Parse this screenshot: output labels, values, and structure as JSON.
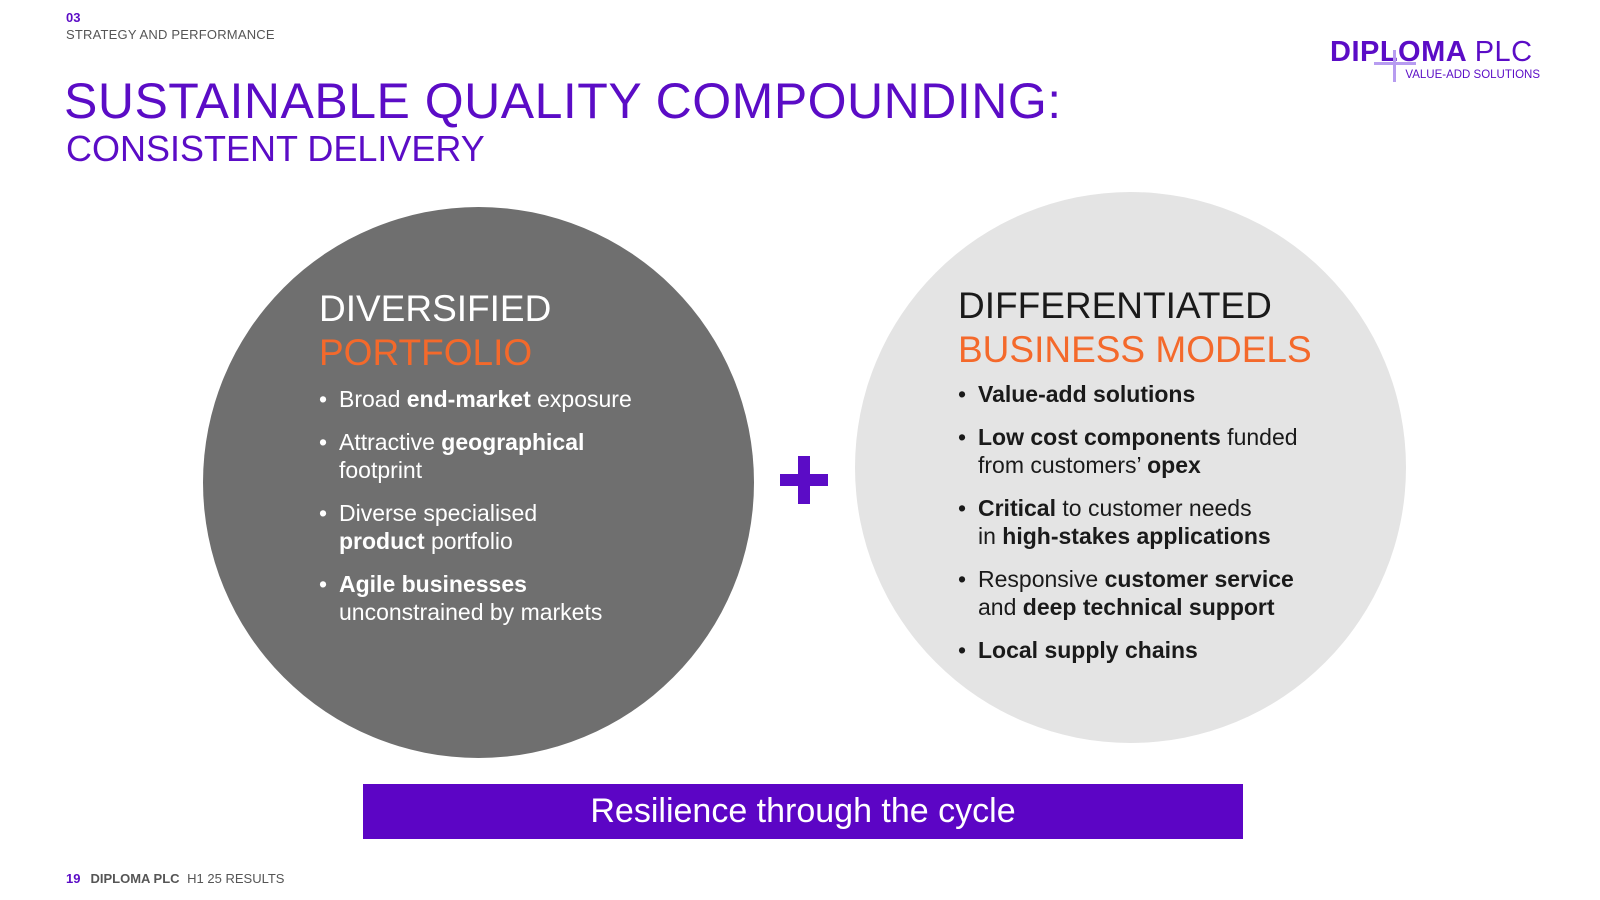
{
  "header": {
    "section_number": "03",
    "section_name": "STRATEGY AND PERFORMANCE",
    "title": "SUSTAINABLE QUALITY COMPOUNDING:",
    "subtitle": "CONSISTENT DELIVERY"
  },
  "logo": {
    "word_bold": "DIPLOMA",
    "word_light": "PLC",
    "tagline": "VALUE-ADD SOLUTIONS"
  },
  "left_circle": {
    "title_line1": "DIVERSIFIED",
    "title_line2": "PORTFOLIO",
    "bullets": [
      {
        "parts": [
          [
            "Broad ",
            false
          ],
          [
            "end-market",
            true
          ],
          [
            " exposure",
            false
          ]
        ]
      },
      {
        "parts": [
          [
            "Attractive ",
            false
          ],
          [
            "geographical",
            true
          ],
          [
            "\nfootprint",
            false
          ]
        ]
      },
      {
        "parts": [
          [
            "Diverse specialised\n",
            false
          ],
          [
            "product",
            true
          ],
          [
            " portfolio",
            false
          ]
        ]
      },
      {
        "parts": [
          [
            "Agile businesses",
            true
          ],
          [
            "\nunconstrained by markets",
            false
          ]
        ]
      }
    ]
  },
  "right_circle": {
    "title_line1": "DIFFERENTIATED",
    "title_line2": "BUSINESS MODELS",
    "bullets": [
      {
        "parts": [
          [
            "Value-add solutions",
            true
          ]
        ]
      },
      {
        "parts": [
          [
            "Low cost components",
            true
          ],
          [
            " funded\nfrom customers’ ",
            false
          ],
          [
            "opex",
            true
          ]
        ]
      },
      {
        "parts": [
          [
            "Critical",
            true
          ],
          [
            " to customer needs\nin ",
            false
          ],
          [
            "high-stakes applications",
            true
          ]
        ]
      },
      {
        "parts": [
          [
            "Responsive ",
            false
          ],
          [
            "customer service",
            true
          ],
          [
            "\nand ",
            false
          ],
          [
            "deep technical support",
            true
          ]
        ]
      },
      {
        "parts": [
          [
            "Local supply chains",
            true
          ]
        ]
      }
    ]
  },
  "banner": {
    "text": "Resilience through the cycle"
  },
  "footer": {
    "page_number": "19",
    "company": "DIPLOMA PLC",
    "label": "H1 25 RESULTS"
  },
  "colors": {
    "brand_purple": "#5b0cc6",
    "accent_orange": "#f4692b",
    "dark_circle": "#6f6f6f",
    "light_circle": "#e4e4e4"
  }
}
